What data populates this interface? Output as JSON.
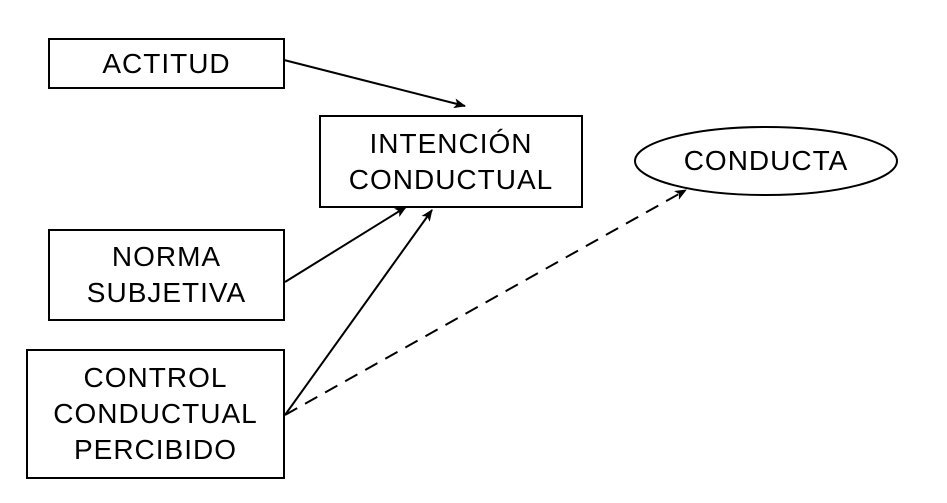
{
  "diagram": {
    "nodes": {
      "actitud": {
        "lines": [
          "ACTITUD"
        ]
      },
      "intencion": {
        "lines": [
          "INTENCIÓN",
          "CONDUCTUAL"
        ]
      },
      "norma": {
        "lines": [
          "NORMA",
          "SUBJETIVA"
        ]
      },
      "control": {
        "lines": [
          "CONTROL",
          "CONDUCTUAL",
          "PERCIBIDO"
        ]
      },
      "conducta": {
        "lines": [
          "CONDUCTA"
        ]
      }
    },
    "edges": [
      {
        "from": "actitud",
        "to": "intencion",
        "style": "solid"
      },
      {
        "from": "norma",
        "to": "intencion",
        "style": "solid"
      },
      {
        "from": "control",
        "to": "intencion",
        "style": "solid"
      },
      {
        "from": "control",
        "to": "conducta",
        "style": "dashed"
      }
    ],
    "colors": {
      "stroke": "#000000",
      "background": "#ffffff"
    }
  }
}
